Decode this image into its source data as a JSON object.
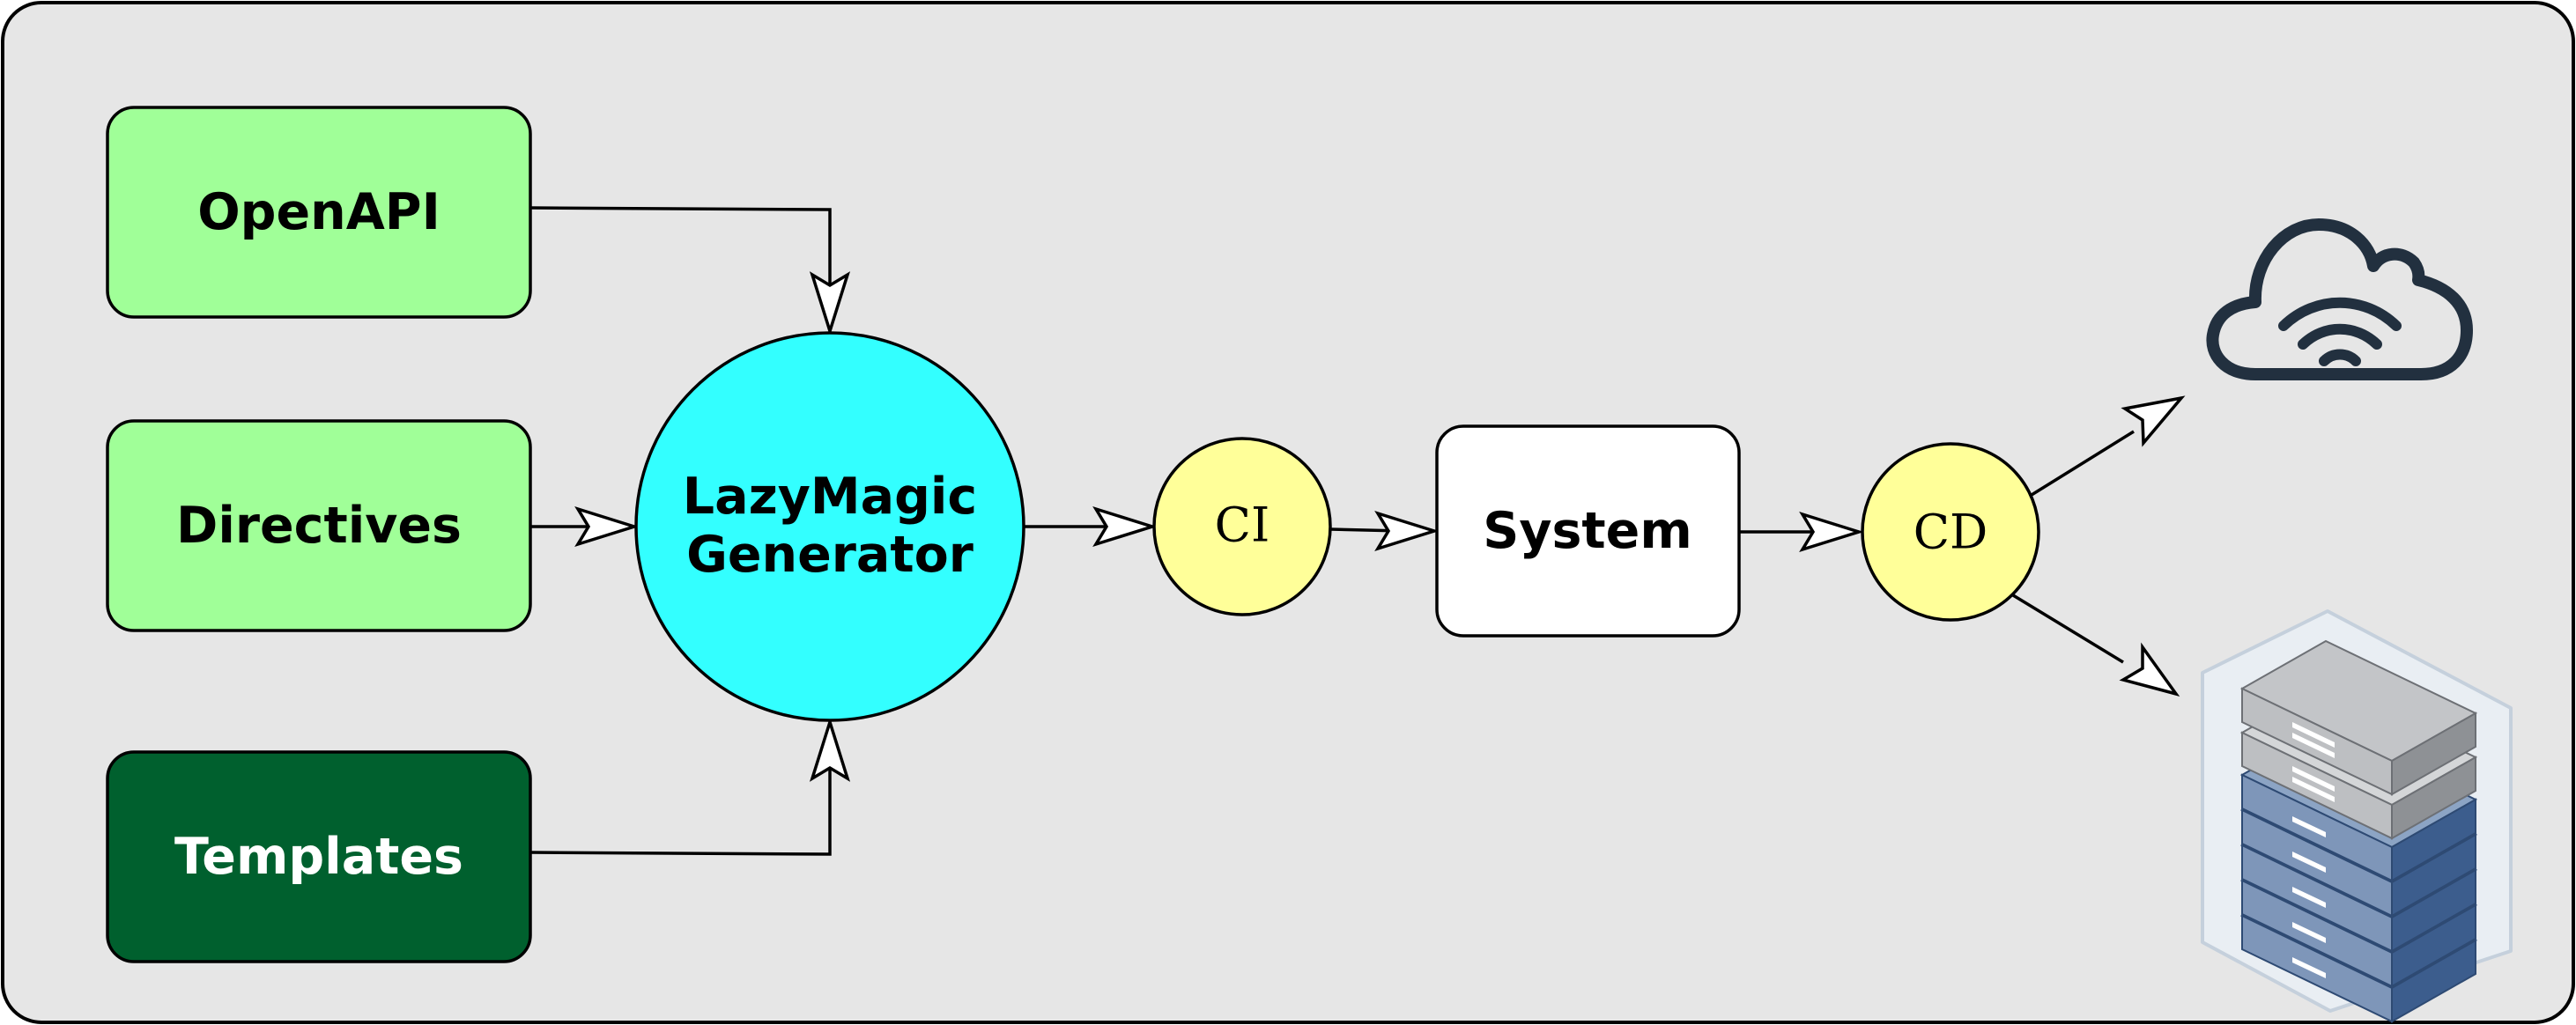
{
  "diagram": {
    "nodes": {
      "openapi": {
        "label": "OpenAPI",
        "fill": "#a0ff98",
        "text_color": "#000000"
      },
      "directives": {
        "label": "Directives",
        "fill": "#a0ff98",
        "text_color": "#000000"
      },
      "templates": {
        "label": "Templates",
        "fill": "#00602e",
        "text_color": "#ffffff"
      },
      "generator": {
        "label_line1": "LazyMagic",
        "label_line2": "Generator",
        "fill": "#33ffff"
      },
      "ci": {
        "label": "CI",
        "fill": "#ffff99"
      },
      "system": {
        "label": "System",
        "fill": "#ffffff"
      },
      "cd": {
        "label": "CD",
        "fill": "#ffff99"
      }
    },
    "icons": {
      "cloud": {
        "name": "cloud-wifi-icon",
        "color": "#22303f"
      },
      "servers": {
        "name": "server-rack-icon",
        "colors": {
          "gray": "#bdbfc2",
          "blue": "#4f6f9f",
          "hex_bg": "#e9eef3"
        }
      }
    },
    "colors": {
      "background": "#e6e6e6",
      "border": "#000000"
    }
  }
}
